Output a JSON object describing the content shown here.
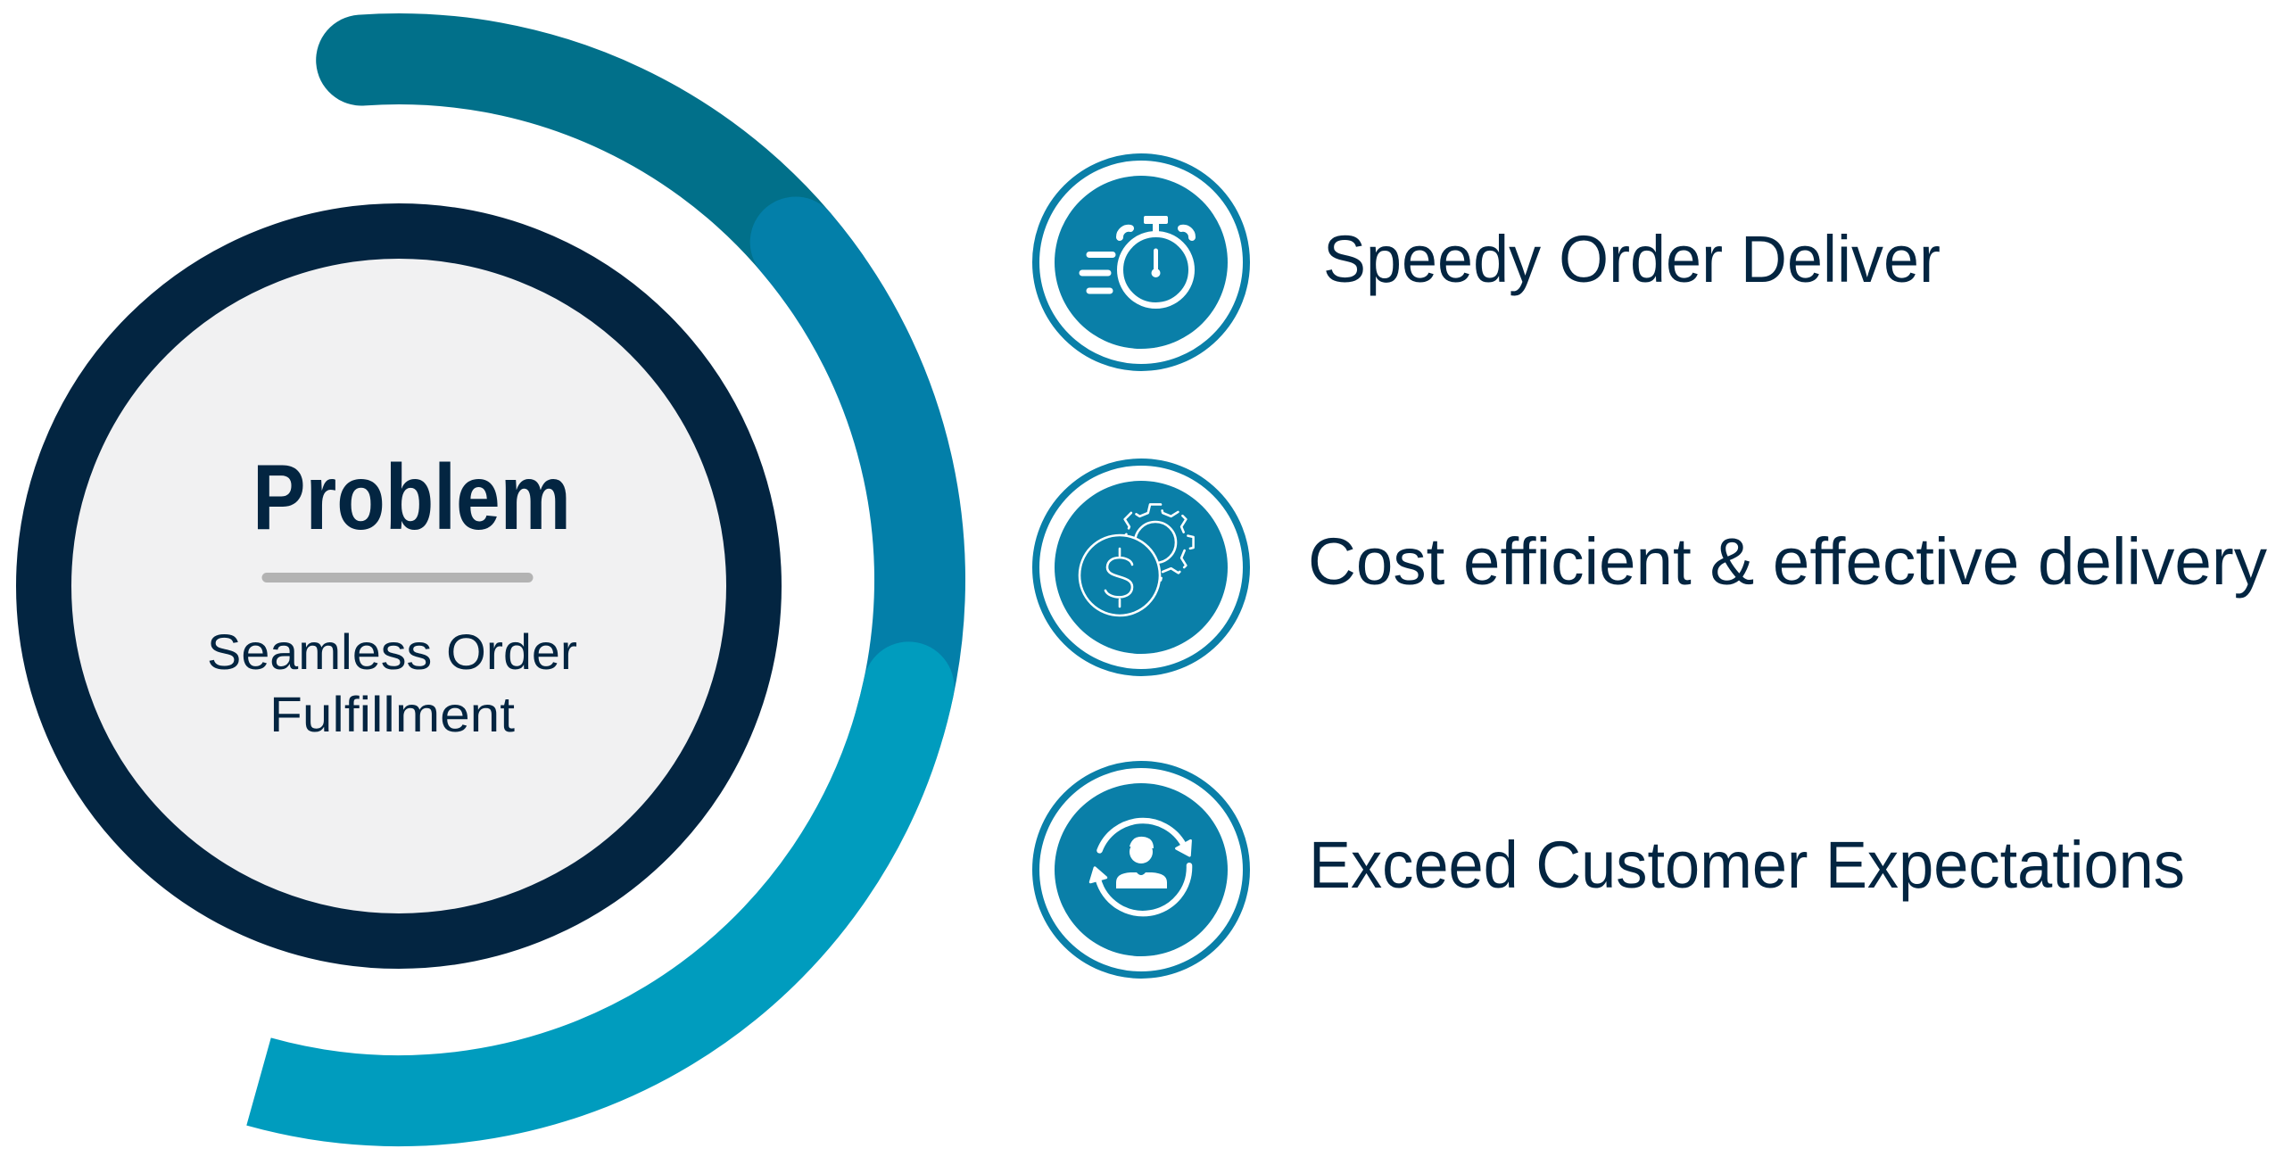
{
  "diagram": {
    "center": {
      "title": "Problem",
      "subtitle_line1": "Seamless Order",
      "subtitle_line2": "Fulfillment"
    },
    "items": [
      {
        "label": "Speedy Order Deliver",
        "icon": "stopwatch-icon"
      },
      {
        "label": "Cost efficient & effective delivery",
        "icon": "coin-gear-icon"
      },
      {
        "label": "Exceed Customer Expectations",
        "icon": "customer-refresh-icon"
      }
    ]
  },
  "colors": {
    "navy": "#032541",
    "fill": "#f1f1f2",
    "divider": "#b3b3b3",
    "arc1": "#01708a",
    "arc2": "#037fa9",
    "arc3": "#009cbe",
    "icon": "#0a7fa8"
  }
}
